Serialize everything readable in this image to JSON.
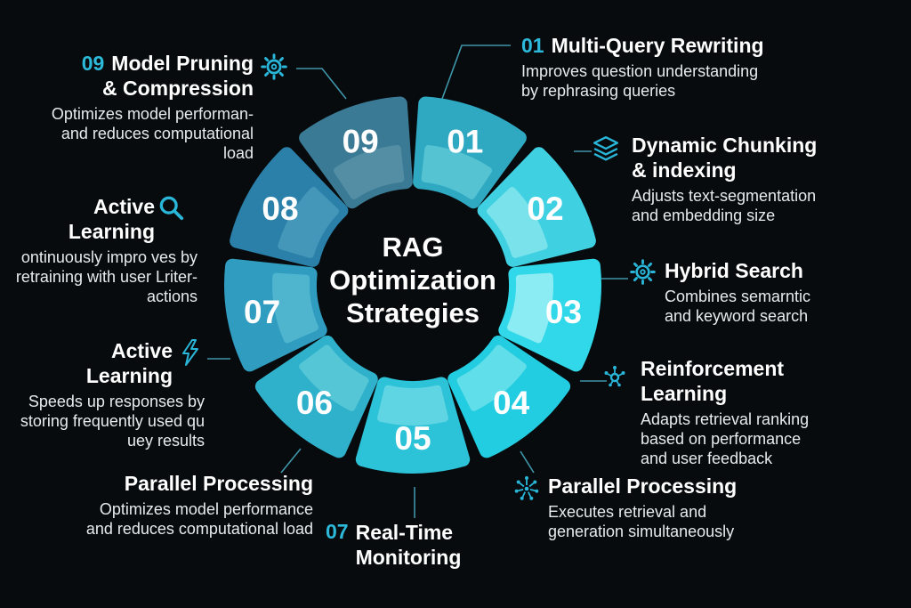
{
  "center": {
    "title": "RAG\nOptimization\nStrategies"
  },
  "accent": {
    "number_cyan": "#2cb9da",
    "icon_cyan": "#29b6d8",
    "connector": "#3f95aa",
    "background": "#070b0d"
  },
  "wheel": {
    "segments": [
      {
        "number": "01",
        "color": "#2FA8C2",
        "light": "#56C3D3"
      },
      {
        "number": "02",
        "color": "#3FD0E2",
        "light": "#79E2EB"
      },
      {
        "number": "03",
        "color": "#31D8E9",
        "light": "#8BEDF3"
      },
      {
        "number": "04",
        "color": "#22CCE1",
        "light": "#60DEE9"
      },
      {
        "number": "05",
        "color": "#2CC2D8",
        "light": "#5FD5E3"
      },
      {
        "number": "06",
        "color": "#2FB1CB",
        "light": "#55C6D6"
      },
      {
        "number": "07",
        "color": "#2F9CC0",
        "light": "#4FB4CE"
      },
      {
        "number": "08",
        "color": "#2A80A9",
        "light": "#4497B8"
      },
      {
        "number": "09",
        "color": "#3A7A95",
        "light": "#548EA5"
      }
    ]
  },
  "labels": {
    "item01": {
      "number": "01",
      "title": "Multi-Query Rewriting",
      "desc": "Improves question understanding\nby rephrasing queries"
    },
    "item02": {
      "title": "Dynamic Chunking\n& indexing",
      "desc": "Adjusts text-segmentation\nand embedding size",
      "icon": "layers-icon"
    },
    "item03": {
      "title": "Hybrid Search",
      "desc": "Combines semarntic\nand keyword search",
      "icon": "gear-icon"
    },
    "item04": {
      "title": "Reinforcement\nLearning",
      "desc": "Adapts retrieval ranking\nbased on performance\nand user feedback",
      "icon": "molecule-icon"
    },
    "item05": {
      "title": "Parallel Processing",
      "desc": "Executes retrieval and\ngeneration simultaneously",
      "icon": "network-icon"
    },
    "item06": {
      "title": "Parallel Processing",
      "desc": "Optimizes model performance\nand reduces computational load"
    },
    "item07": {
      "number": "07",
      "title": "Real-Time\nMonitoring"
    },
    "itemActiveSpeed": {
      "title": "Active\nLearning",
      "desc": "Speeds up responses by\nstoring frequently used qu\nuey results",
      "icon": "lightning-icon"
    },
    "itemActiveRetrain": {
      "title": "Active\nLearning",
      "desc": "ontinuously impro ves by\nretraining with user Lriter-\nactions",
      "icon": "search-icon"
    },
    "item09": {
      "number": "09",
      "title": "Model Pruning\n& Compression",
      "desc": "Optimizes model performan-\nand reduces computational\nload",
      "icon": "gear-icon"
    }
  }
}
